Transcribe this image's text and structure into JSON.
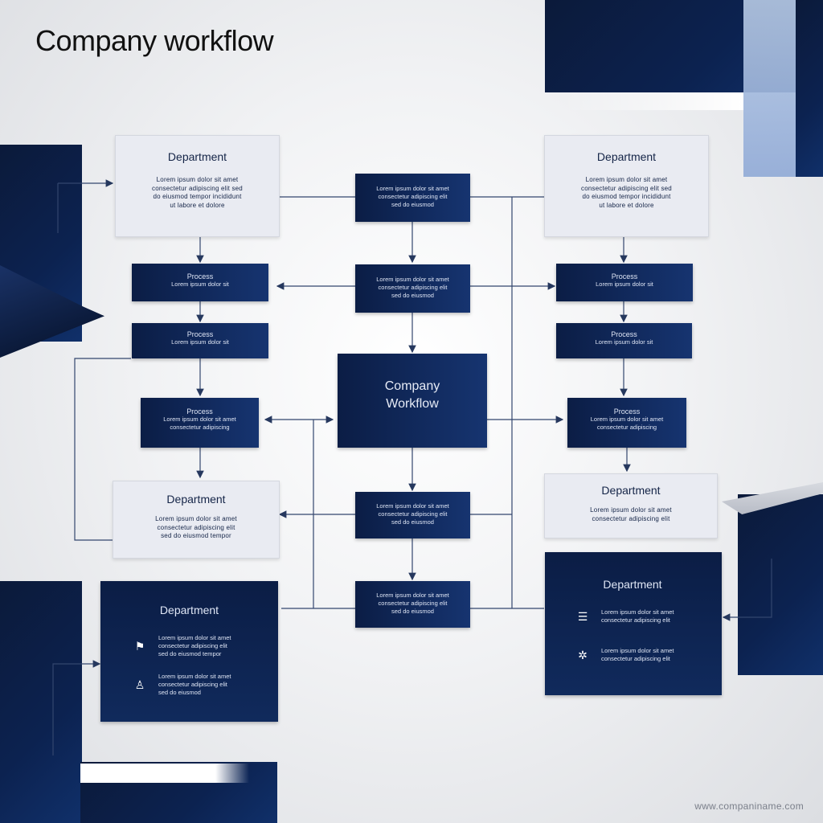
{
  "title": "Company workflow",
  "center_node": "Company\nWorkflow",
  "dept_top_left": {
    "title": "Department",
    "body": "Lorem ipsum dolor sit amet\nconsectetur adipiscing elit sed\ndo eiusmod tempor incididunt\nut labore et dolore"
  },
  "dept_top_right": {
    "title": "Department",
    "body": "Lorem ipsum dolor sit amet\nconsectetur adipiscing elit sed\ndo eiusmod tempor incididunt\nut labore et dolore"
  },
  "dept_mid_left": {
    "title": "Department",
    "body": "Lorem ipsum dolor sit amet\nconsectetur adipiscing elit\nsed do eiusmod tempor"
  },
  "dept_mid_right": {
    "title": "Department",
    "body": "Lorem ipsum dolor sit amet\nconsectetur adipiscing elit"
  },
  "dept_bottom_left": {
    "title": "Department",
    "rows": [
      {
        "icon": "people-icon",
        "glyph": "⚑",
        "text": "Lorem ipsum dolor sit amet\nconsectetur adipiscing elit\nsed do eiusmod tempor"
      },
      {
        "icon": "person-icon",
        "glyph": "♙",
        "text": "Lorem ipsum dolor sit amet\nconsectetur adipiscing elit\nsed do eiusmod"
      }
    ]
  },
  "dept_bottom_right": {
    "title": "Department",
    "rows": [
      {
        "icon": "list-icon",
        "glyph": "☰",
        "text": "Lorem ipsum dolor sit amet\nconsectetur adipiscing elit"
      },
      {
        "icon": "network-icon",
        "glyph": "✲",
        "text": "Lorem ipsum dolor sit amet\nconsectetur adipiscing elit"
      }
    ]
  },
  "center_steps": [
    "Lorem ipsum dolor sit amet\nconsectetur adipiscing elit\nsed do eiusmod",
    "Lorem ipsum dolor sit amet\nconsectetur adipiscing elit\nsed do eiusmod",
    "Lorem ipsum dolor sit amet\nconsectetur adipiscing elit\nsed do eiusmod",
    "Lorem ipsum dolor sit amet\nconsectetur adipiscing elit\nsed do eiusmod"
  ],
  "left_steps": [
    {
      "title": "Process",
      "body": "Lorem ipsum dolor sit"
    },
    {
      "title": "Process",
      "body": "Lorem ipsum dolor sit"
    },
    {
      "title": "Process",
      "body": "Lorem ipsum dolor sit amet\nconsectetur adipiscing"
    }
  ],
  "right_steps": [
    {
      "title": "Process",
      "body": "Lorem ipsum dolor sit"
    },
    {
      "title": "Process",
      "body": "Lorem ipsum dolor sit"
    },
    {
      "title": "Process",
      "body": "Lorem ipsum dolor sit amet\nconsectetur adipiscing"
    }
  ],
  "watermark": "www.companiname.com",
  "colors": {
    "navy": "#0b1d45",
    "navy_light": "#163470",
    "box_light": "#e9ebf2",
    "line": "#3a4a6a"
  }
}
